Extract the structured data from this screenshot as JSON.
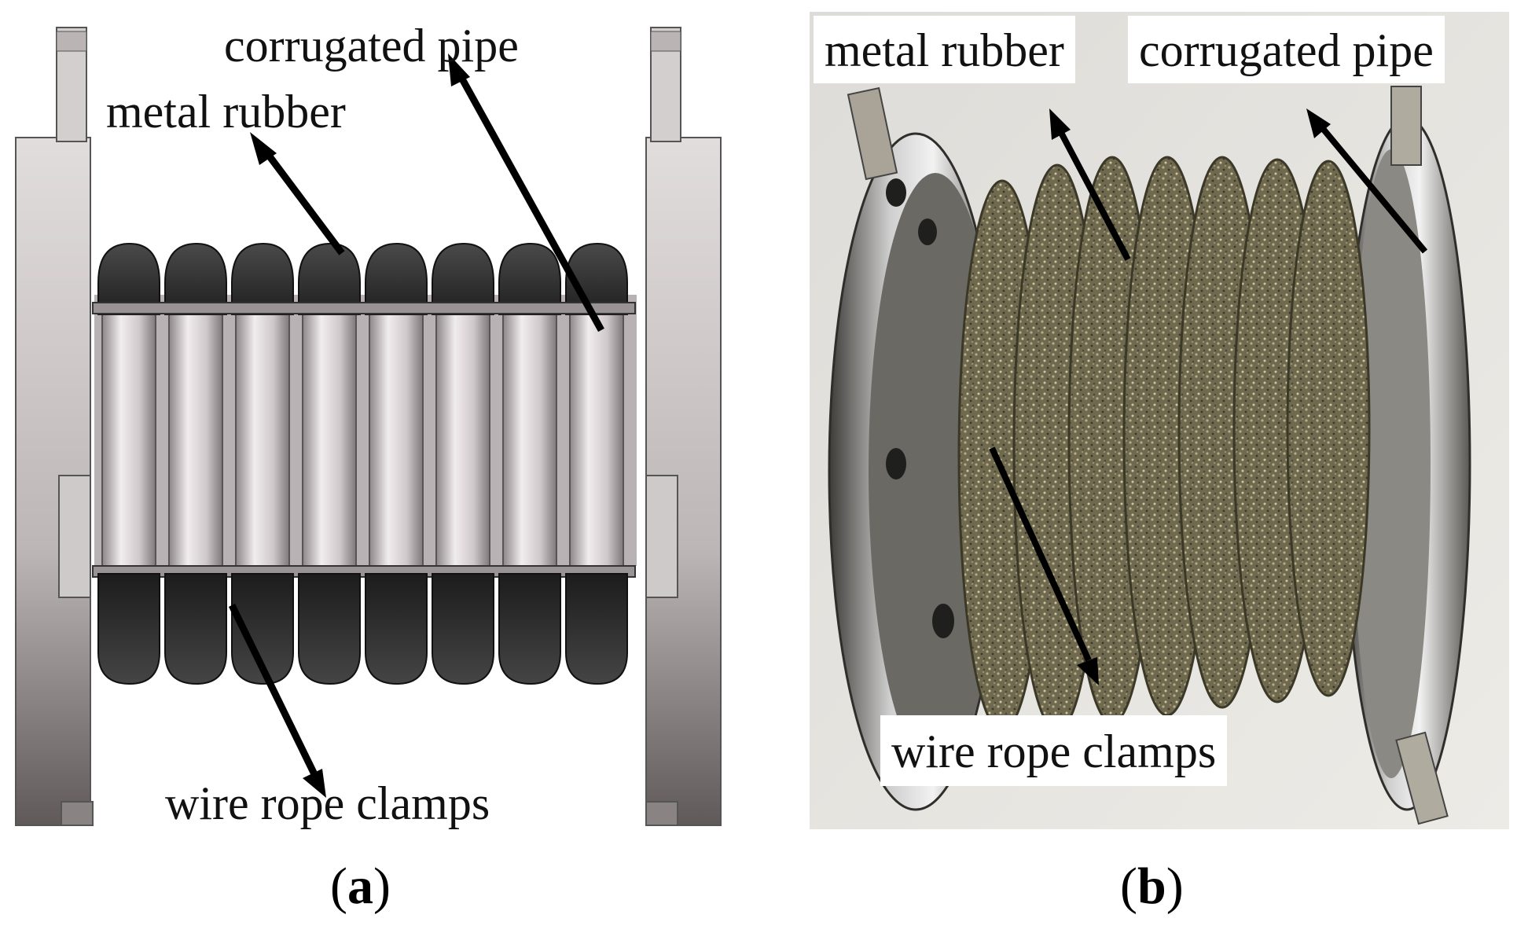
{
  "panel_a": {
    "labels": {
      "corrugated_pipe": "corrugated pipe",
      "metal_rubber": "metal rubber",
      "wire_rope_clamps": "wire rope clamps"
    },
    "caption_letter": "a"
  },
  "panel_b": {
    "labels": {
      "metal_rubber": "metal rubber",
      "corrugated_pipe": "corrugated pipe",
      "wire_rope_clamps": "wire rope clamps"
    },
    "caption_letter": "b"
  },
  "colors": {
    "flange_light": "#d9d4d4",
    "flange_dark": "#6d6767",
    "tube_light": "#e7e1e3",
    "tube_dark": "#8c8588",
    "rubber_dark": "#2f2f2f",
    "photo_background": "#e5e3df",
    "metal_rubber_texture": "#7b7558",
    "arrow": "#000000"
  }
}
